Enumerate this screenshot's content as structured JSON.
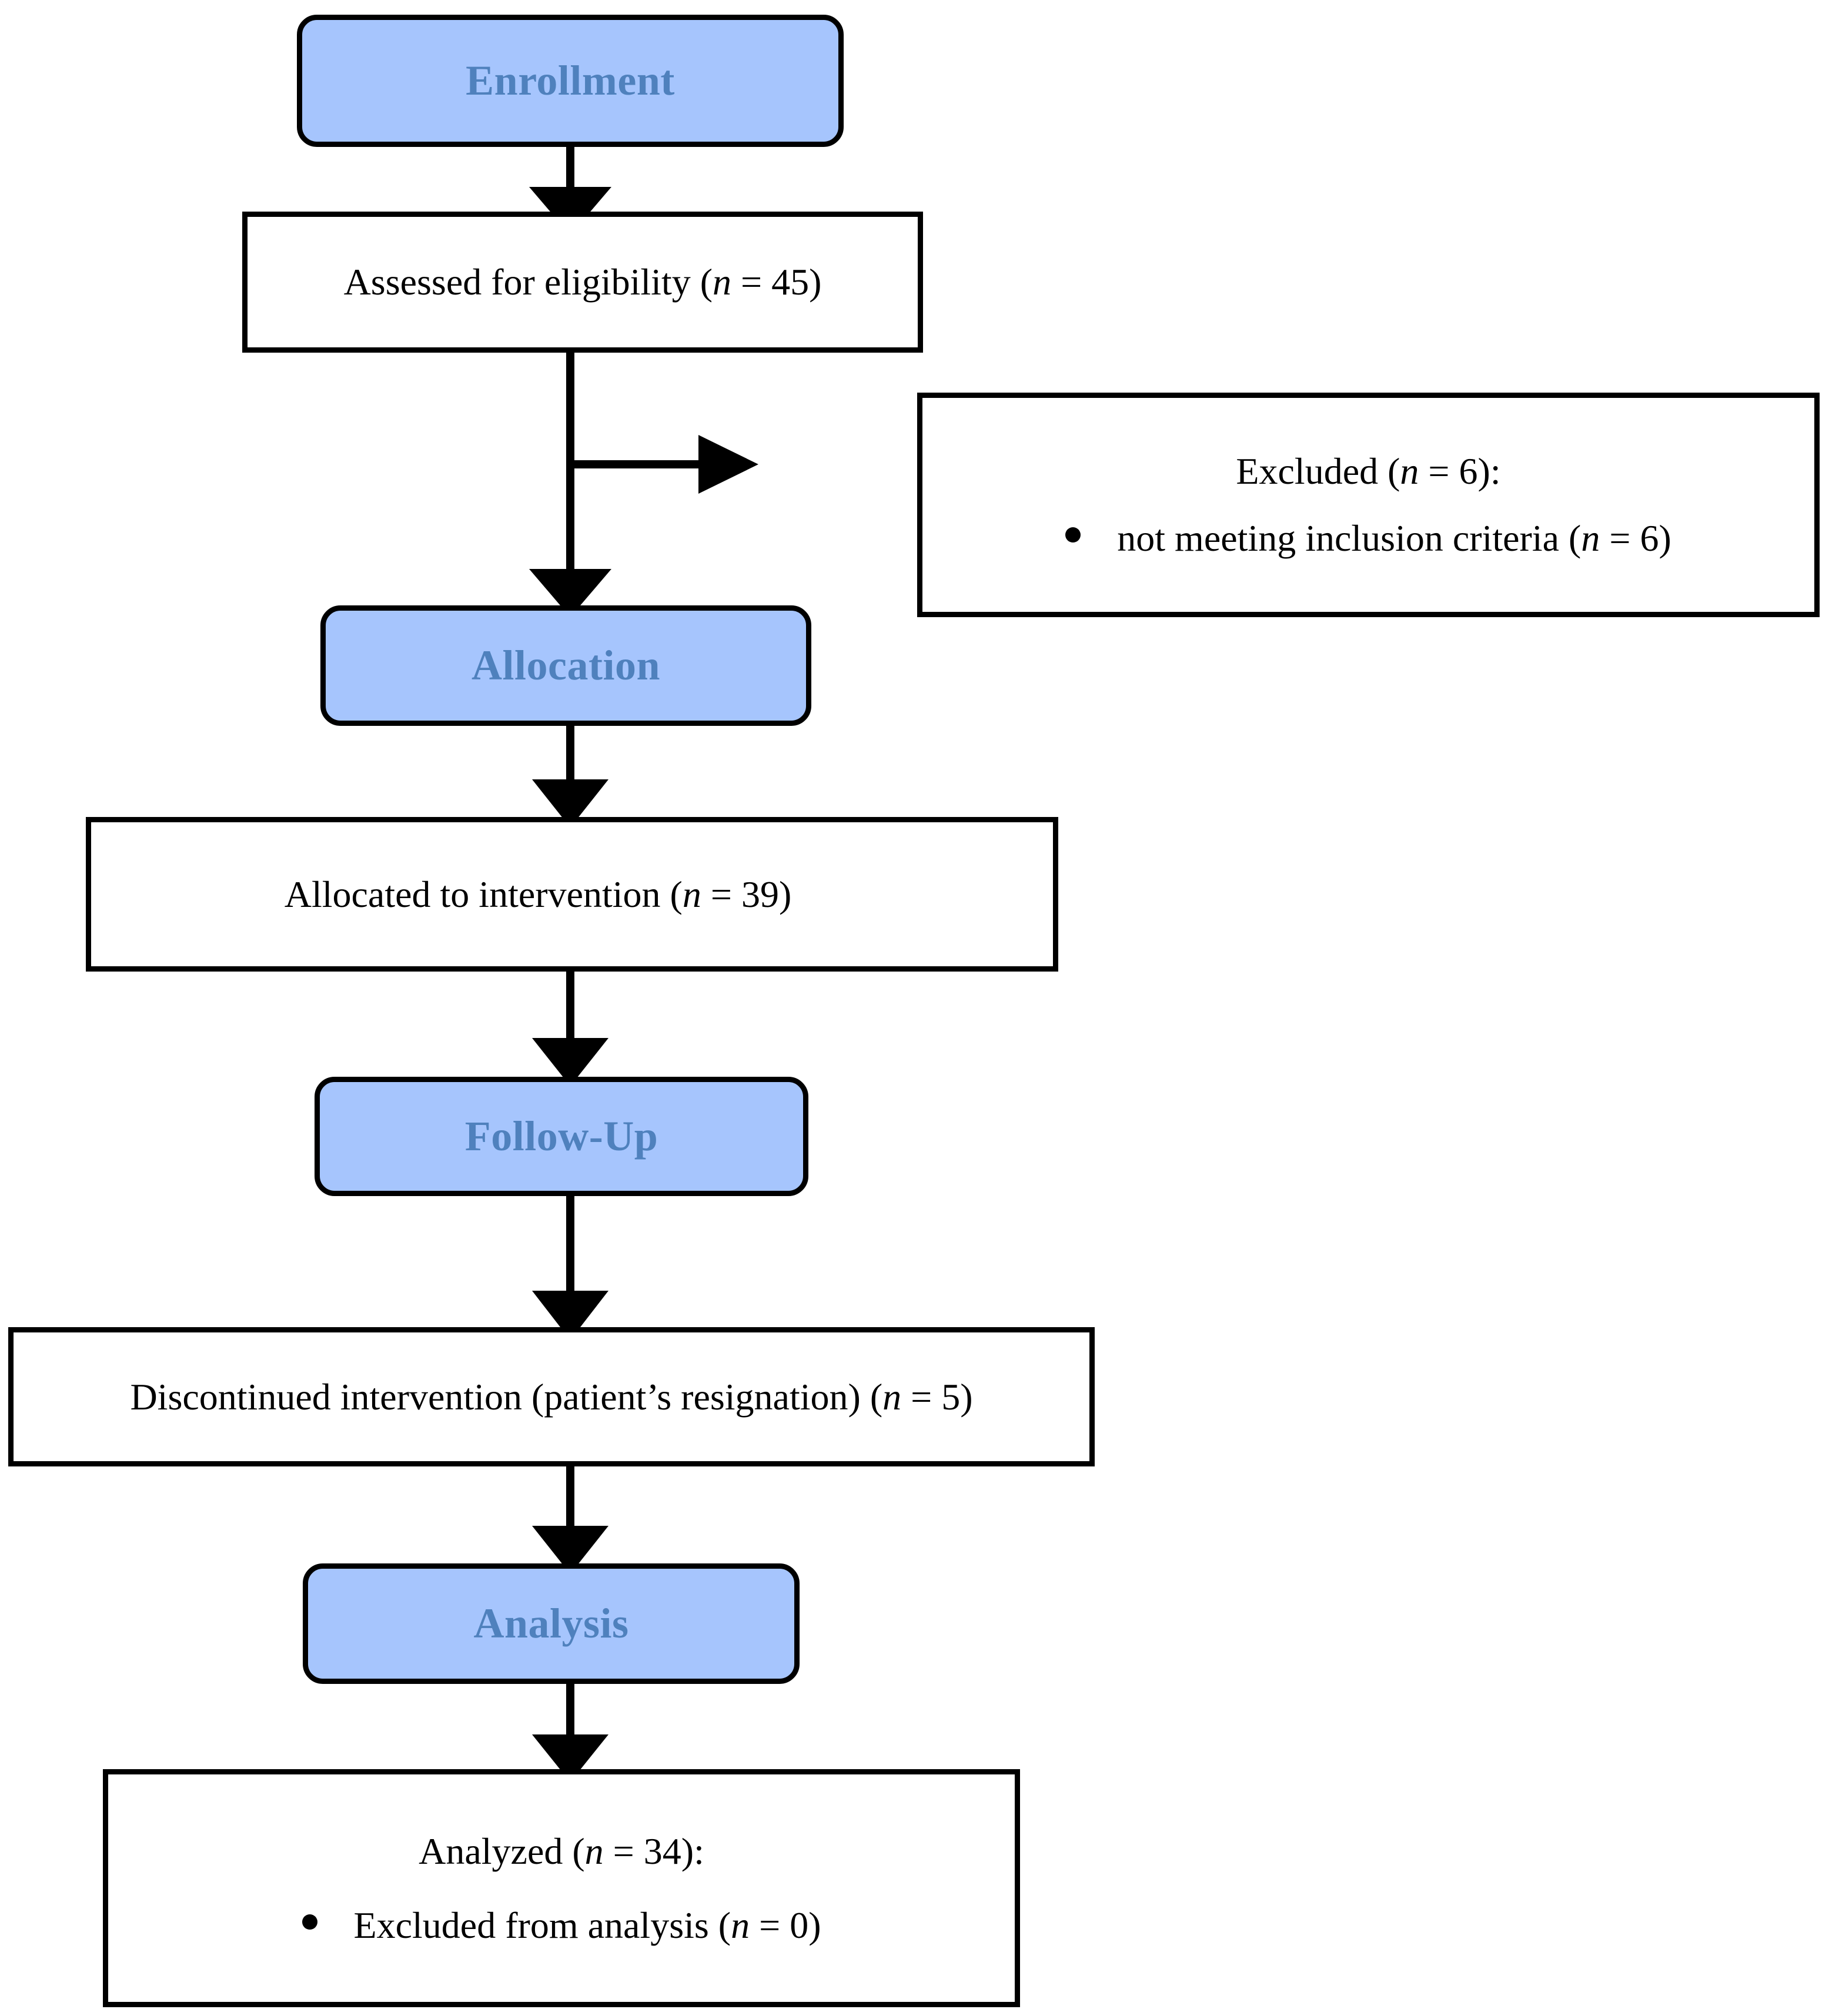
{
  "diagram": {
    "title": "CONSORT participant flow diagram",
    "colors": {
      "stage_fill": "#a6c5fd",
      "stage_text": "#4f81bd",
      "box_border": "#000000",
      "box_fill": "#ffffff",
      "body_text": "#000000"
    }
  },
  "stages": {
    "enrollment": "Enrollment",
    "allocation": "Allocation",
    "follow_up": "Follow-Up",
    "analysis": "Analysis"
  },
  "boxes": {
    "assessed": {
      "prefix": "Assessed for eligibility (",
      "italic_n": "n",
      "suffix": " = 45)"
    },
    "excluded": {
      "heading_prefix": "Excluded (",
      "heading_italic_n": "n",
      "heading_suffix": " = 6):",
      "bullet_prefix": "not meeting inclusion criteria (",
      "bullet_italic_n": "n",
      "bullet_suffix": " = 6)"
    },
    "allocated": {
      "prefix": "Allocated to intervention (",
      "italic_n": "n",
      "suffix": " = 39)"
    },
    "discontinued": {
      "prefix": "Discontinued intervention (patient’s resignation) (",
      "italic_n": "n",
      "suffix": " = 5)"
    },
    "analyzed": {
      "heading_prefix": "Analyzed (",
      "heading_italic_n": "n",
      "heading_suffix": " = 34):",
      "bullet_prefix": "Excluded from analysis (",
      "bullet_italic_n": "n",
      "bullet_suffix": " = 0)"
    }
  },
  "counts": {
    "assessed_for_eligibility": 45,
    "excluded_total": 6,
    "excluded_not_meeting_inclusion_criteria": 6,
    "allocated_to_intervention": 39,
    "discontinued_intervention": 5,
    "analyzed": 34,
    "excluded_from_analysis": 0
  }
}
